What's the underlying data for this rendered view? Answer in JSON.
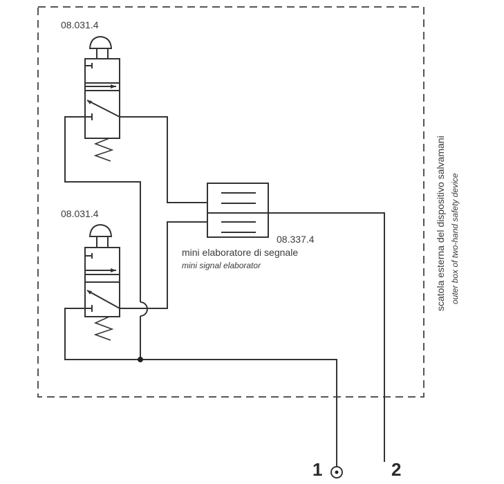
{
  "diagram": {
    "enclosure": {
      "label_it": "scatola esterna del dispositivo salvamani",
      "label_en": "outer box of two-hand safety device"
    },
    "valves": [
      {
        "code": "08.031.4",
        "type": "3/2 push-button valve, spring return"
      },
      {
        "code": "08.031.4",
        "type": "3/2 push-button valve, spring return"
      }
    ],
    "elaborator": {
      "code": "08.337.4",
      "label_it": "mini elaboratore di segnale",
      "label_en": "mini signal elaborator"
    },
    "ports": [
      {
        "label": "1",
        "symbol": "supply-port"
      },
      {
        "label": "2",
        "symbol": "output-port"
      }
    ],
    "colors": {
      "line": "#333333",
      "text": "#3a3a3a",
      "dash": "#555555"
    }
  }
}
